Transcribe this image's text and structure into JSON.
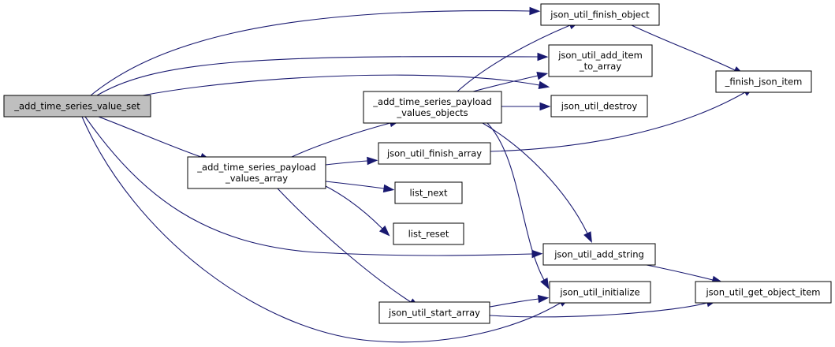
{
  "diagram": {
    "colors": {
      "edge": "#191970",
      "root_fill": "#bfbfbf",
      "node_fill": "#ffffff",
      "border": "#000000"
    },
    "nodes": [
      {
        "id": "add_time_series_value_set",
        "lines": [
          "_add_time_series_value_set"
        ],
        "root": true
      },
      {
        "id": "payload_values_array",
        "lines": [
          "_add_time_series_payload",
          "_values_array"
        ]
      },
      {
        "id": "payload_values_objects",
        "lines": [
          "_add_time_series_payload",
          "_values_objects"
        ]
      },
      {
        "id": "finish_object",
        "lines": [
          "json_util_finish_object"
        ]
      },
      {
        "id": "add_item_to_array",
        "lines": [
          "json_util_add_item",
          "_to_array"
        ]
      },
      {
        "id": "destroy",
        "lines": [
          "json_util_destroy"
        ]
      },
      {
        "id": "finish_array",
        "lines": [
          "json_util_finish_array"
        ]
      },
      {
        "id": "list_next",
        "lines": [
          "list_next"
        ]
      },
      {
        "id": "list_reset",
        "lines": [
          "list_reset"
        ]
      },
      {
        "id": "add_string",
        "lines": [
          "json_util_add_string"
        ]
      },
      {
        "id": "start_array",
        "lines": [
          "json_util_start_array"
        ]
      },
      {
        "id": "initialize",
        "lines": [
          "json_util_initialize"
        ]
      },
      {
        "id": "finish_json_item",
        "lines": [
          "_finish_json_item"
        ]
      },
      {
        "id": "get_object_item",
        "lines": [
          "json_util_get_object_item"
        ]
      }
    ],
    "edges": [
      {
        "from": "add_time_series_value_set",
        "to": "finish_object"
      },
      {
        "from": "add_time_series_value_set",
        "to": "add_item_to_array"
      },
      {
        "from": "add_time_series_value_set",
        "to": "destroy"
      },
      {
        "from": "add_time_series_value_set",
        "to": "payload_values_array"
      },
      {
        "from": "add_time_series_value_set",
        "to": "add_string"
      },
      {
        "from": "add_time_series_value_set",
        "to": "initialize"
      },
      {
        "from": "payload_values_array",
        "to": "payload_values_objects"
      },
      {
        "from": "payload_values_array",
        "to": "finish_array"
      },
      {
        "from": "payload_values_array",
        "to": "list_next"
      },
      {
        "from": "payload_values_array",
        "to": "list_reset"
      },
      {
        "from": "payload_values_array",
        "to": "start_array"
      },
      {
        "from": "payload_values_objects",
        "to": "finish_object"
      },
      {
        "from": "payload_values_objects",
        "to": "add_item_to_array"
      },
      {
        "from": "payload_values_objects",
        "to": "destroy"
      },
      {
        "from": "payload_values_objects",
        "to": "add_string"
      },
      {
        "from": "payload_values_objects",
        "to": "initialize"
      },
      {
        "from": "finish_object",
        "to": "finish_json_item"
      },
      {
        "from": "finish_array",
        "to": "finish_json_item"
      },
      {
        "from": "add_string",
        "to": "get_object_item"
      },
      {
        "from": "start_array",
        "to": "initialize"
      },
      {
        "from": "start_array",
        "to": "get_object_item"
      }
    ]
  }
}
